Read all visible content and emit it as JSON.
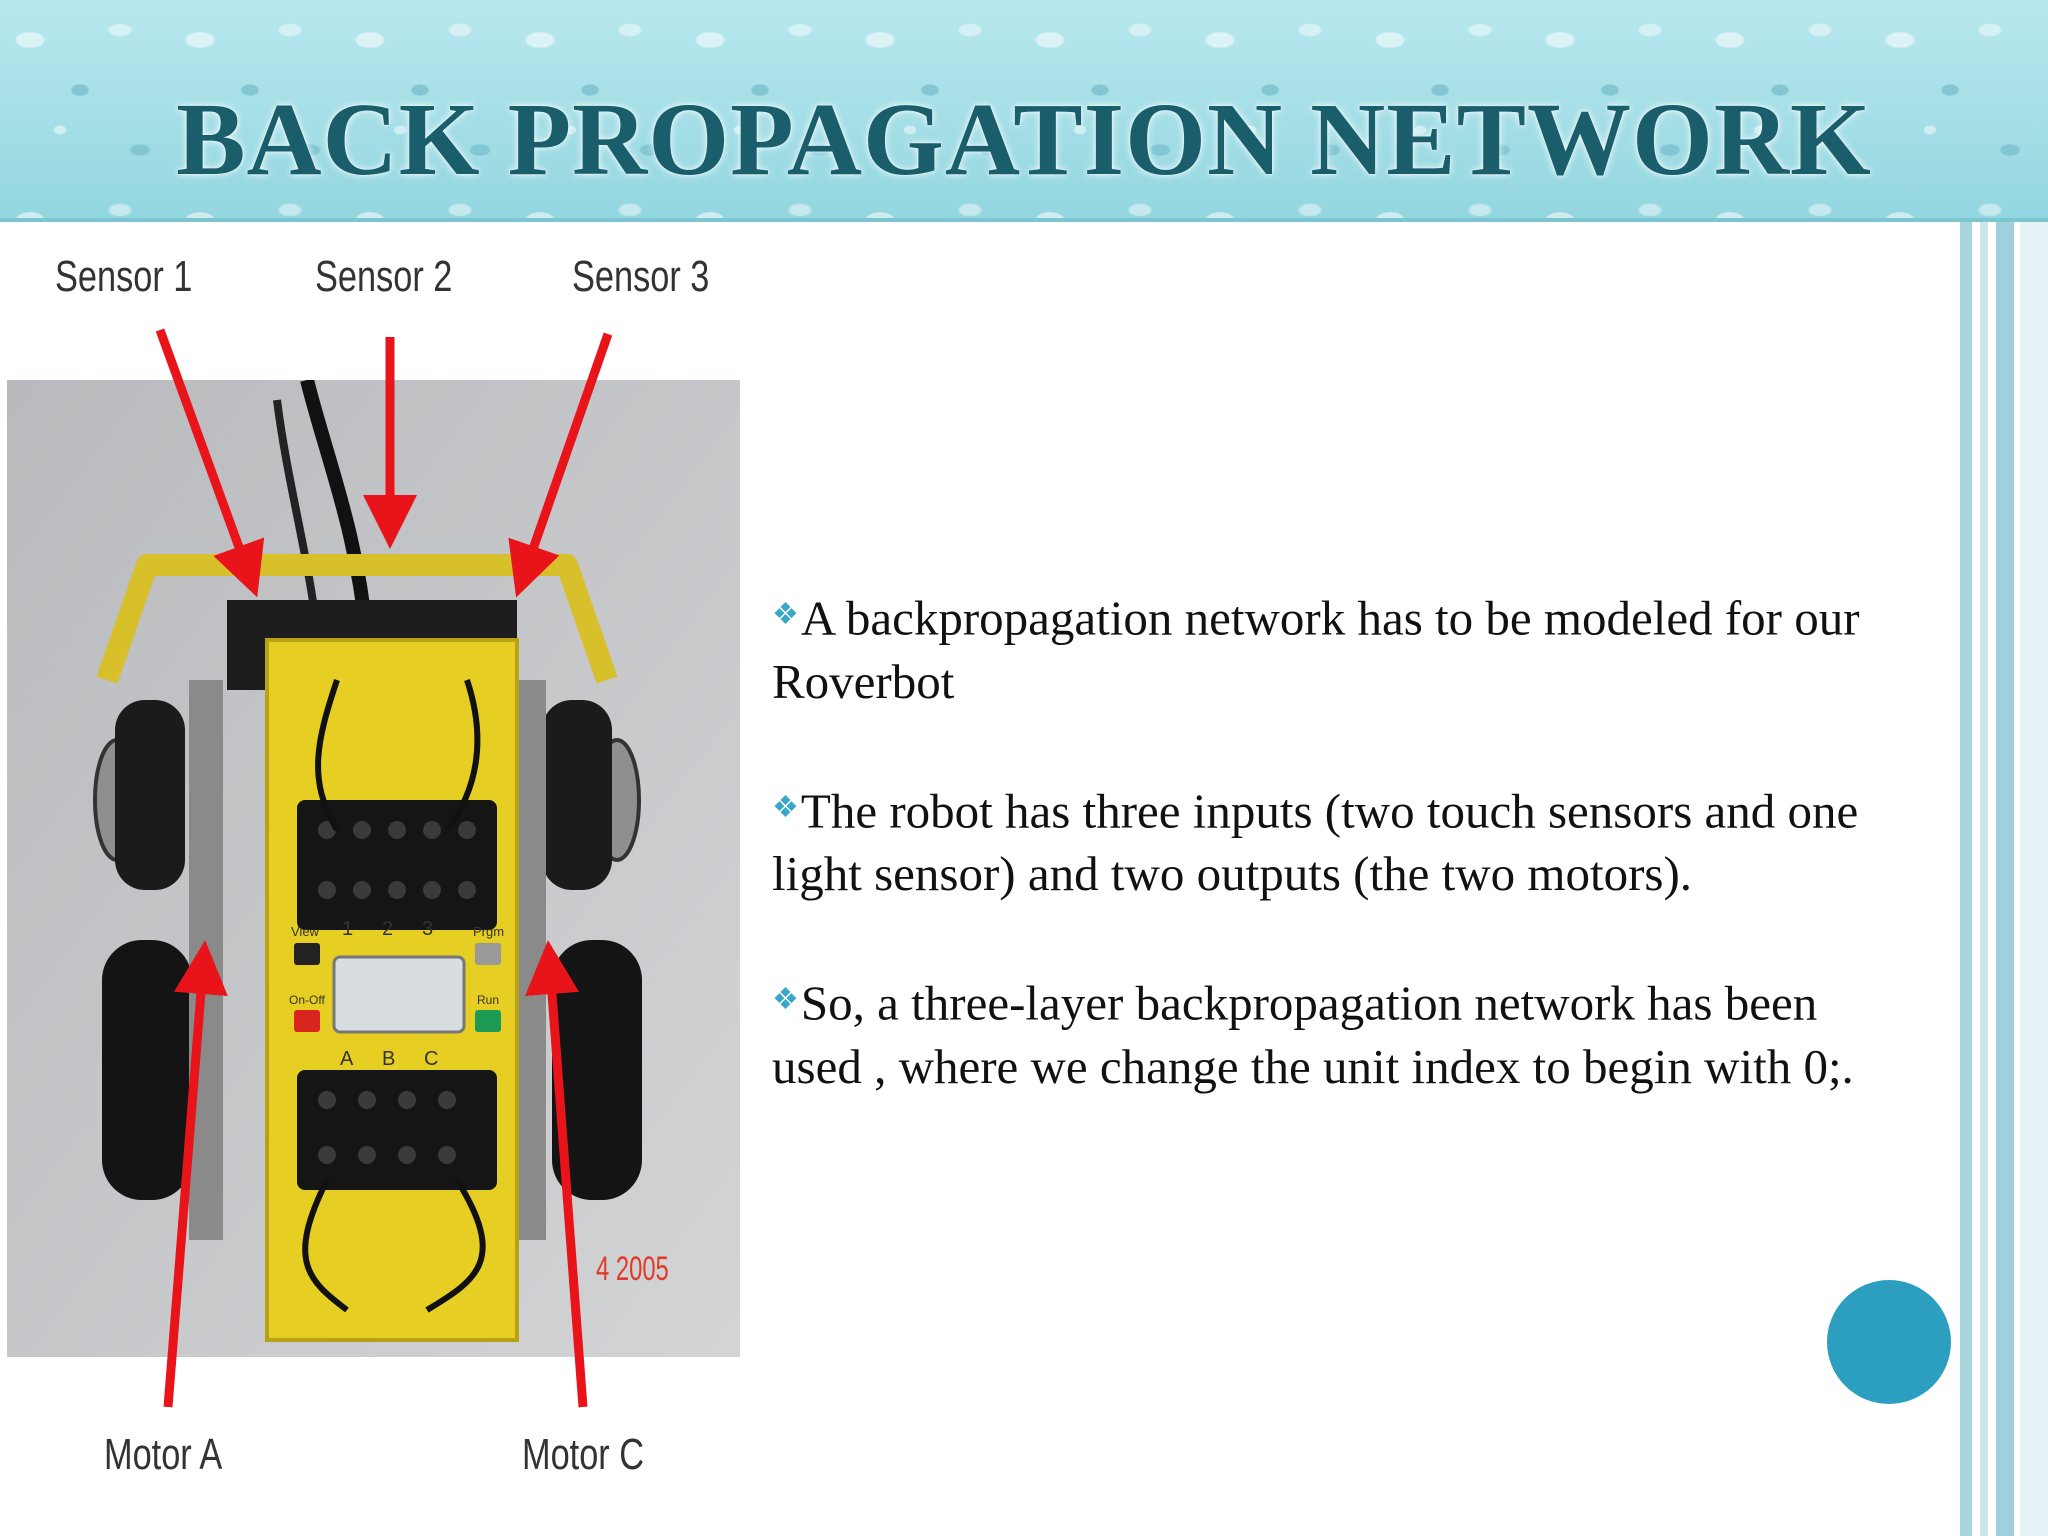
{
  "slide": {
    "title": "BACK PROPAGATION NETWORK",
    "bullets": [
      "A backpropagation network has to be modeled for our Roverbot",
      "The robot has three inputs (two touch sensors and one light sensor) and two outputs (the two motors).",
      "So,  a three-layer backpropagation network has been used , where we change the unit index to begin with 0;."
    ],
    "bullet_icon": "diamond-cluster-icon",
    "accent_color": "#2c9fc0",
    "title_color": "#1b5e6b"
  },
  "figure": {
    "labels": {
      "sensor1": "Sensor 1",
      "sensor2": "Sensor 2",
      "sensor3": "Sensor 3",
      "motor_a": "Motor A",
      "motor_c": "Motor C"
    },
    "photo": {
      "brick_labels": [
        "View",
        "1",
        "2",
        "3",
        "Prgm",
        "On-Off",
        "Run",
        "A",
        "B",
        "C"
      ],
      "date_stamp": "4 2005",
      "arrow_color": "#e8141a"
    }
  }
}
